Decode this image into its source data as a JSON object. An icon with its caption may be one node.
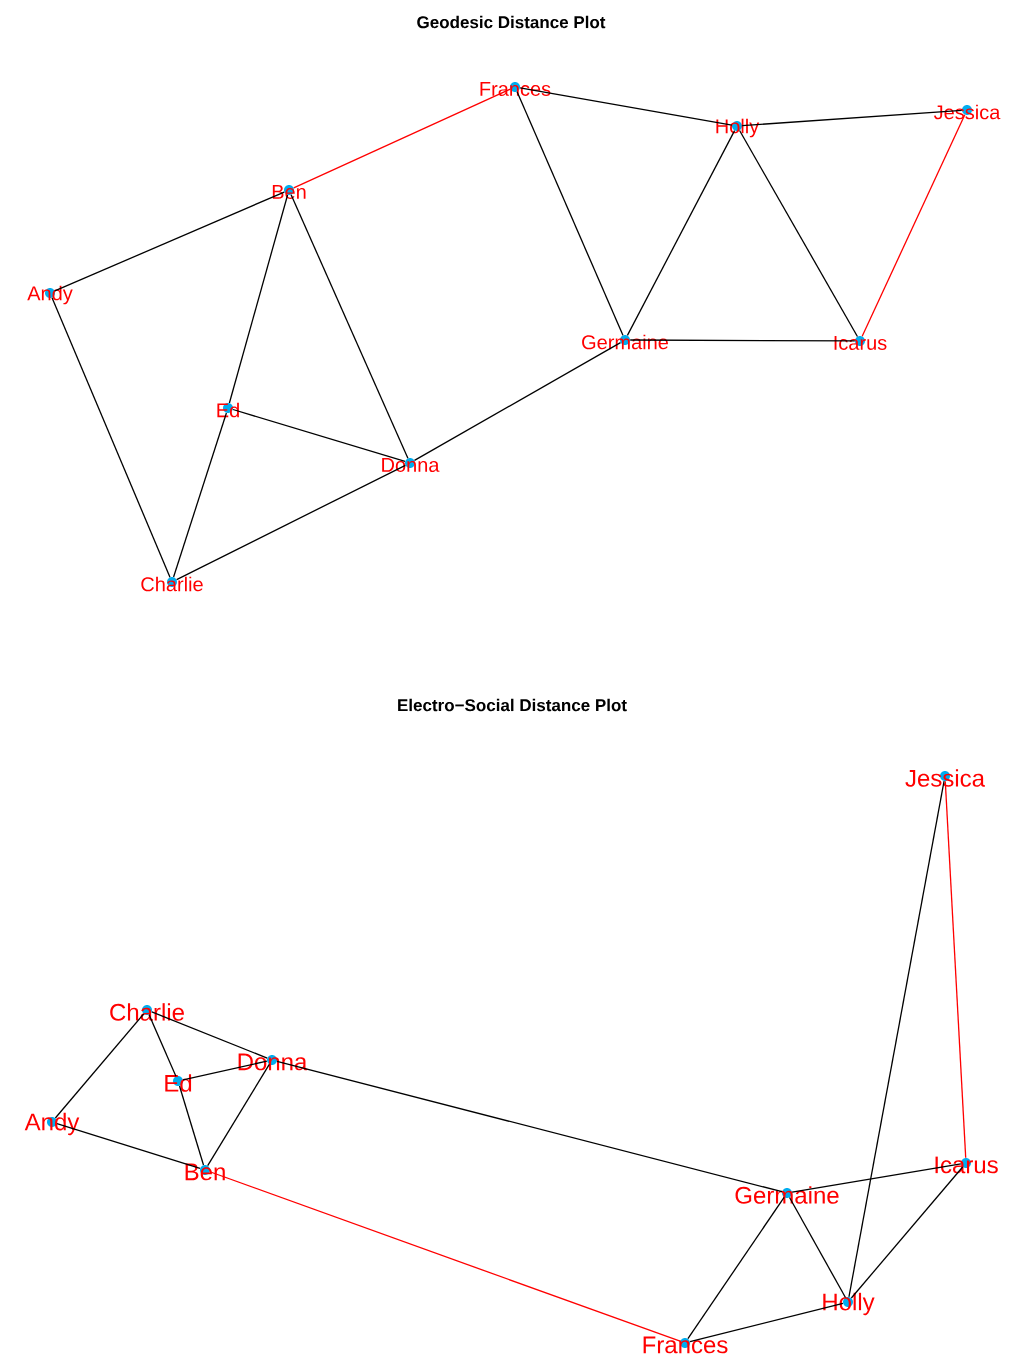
{
  "diagram": {
    "title": "Geodesic Distance Plot",
    "nodes": [
      {
        "text": [
          "Frances"
        ]
      },
      {
        "text": [
          "Jessica"
        ]
      },
      {
        "text": [
          "Holly"
        ]
      },
      {
        "text": [
          "Ben"
        ]
      },
      {
        "text": [
          "Andy"
        ]
      },
      {
        "text": [
          "Germaine"
        ]
      },
      {
        "text": [
          "Icarus"
        ]
      },
      {
        "text": [
          "Ed"
        ]
      },
      {
        "text": [
          "Donna"
        ]
      },
      {
        "text": [
          "Charlie"
        ]
      },
      {
        "text": [
          "Jessica"
        ]
      },
      {
        "text": [
          "Charlie"
        ]
      },
      {
        "text": [
          "Donna"
        ]
      },
      {
        "text": [
          "Ed"
        ]
      },
      {
        "text": [
          "Andy"
        ]
      },
      {
        "text": [
          "Ben"
        ]
      },
      {
        "text": [
          "Icarus"
        ]
      },
      {
        "text": [
          "Germaine"
        ]
      },
      {
        "text": [
          "Holly"
        ]
      },
      {
        "text": [
          "Frances"
        ]
      }
    ],
    "edges": [
      {
        "from": 3,
        "to": 0,
        "arrow": "none",
        "color": "#ff0000"
      },
      {
        "from": 0,
        "to": 2,
        "arrow": "none"
      },
      {
        "from": 2,
        "to": 1,
        "arrow": "none"
      },
      {
        "from": 1,
        "to": 6,
        "arrow": "none",
        "color": "#ff0000"
      },
      {
        "from": 0,
        "to": 5,
        "arrow": "none"
      },
      {
        "from": 2,
        "to": 5,
        "arrow": "none"
      },
      {
        "from": 2,
        "to": 6,
        "arrow": "none"
      },
      {
        "from": 5,
        "to": 6,
        "arrow": "none"
      },
      {
        "from": 5,
        "to": 8,
        "arrow": "none"
      },
      {
        "from": 3,
        "to": 4,
        "arrow": "none"
      },
      {
        "from": 3,
        "to": 7,
        "arrow": "none"
      },
      {
        "from": 3,
        "to": 8,
        "arrow": "none"
      },
      {
        "from": 4,
        "to": 9,
        "arrow": "none"
      },
      {
        "from": 7,
        "to": 8,
        "arrow": "none"
      },
      {
        "from": 7,
        "to": 9,
        "arrow": "none"
      },
      {
        "from": 9,
        "to": 8,
        "arrow": "none"
      },
      {
        "from": 11,
        "to": 14,
        "arrow": "none"
      },
      {
        "from": 11,
        "to": 13,
        "arrow": "none"
      },
      {
        "from": 11,
        "to": 12,
        "arrow": "none"
      },
      {
        "from": 13,
        "to": 12,
        "arrow": "none"
      },
      {
        "from": 13,
        "to": 15,
        "arrow": "none"
      },
      {
        "from": 12,
        "to": 15,
        "arrow": "none"
      },
      {
        "from": 14,
        "to": 15,
        "arrow": "none"
      },
      {
        "from": 12,
        "to": 17,
        "arrow": "none"
      },
      {
        "from": 15,
        "to": 19,
        "arrow": "none",
        "color": "#ff0000"
      },
      {
        "from": 10,
        "to": 16,
        "arrow": "none",
        "color": "#ff0000"
      },
      {
        "from": 10,
        "to": 18,
        "arrow": "none"
      },
      {
        "from": 17,
        "to": 16,
        "arrow": "none"
      },
      {
        "from": 17,
        "to": 18,
        "arrow": "none"
      },
      {
        "from": 17,
        "to": 19,
        "arrow": "none"
      },
      {
        "from": 16,
        "to": 18,
        "arrow": "none"
      },
      {
        "from": 19,
        "to": 18,
        "arrow": "none"
      }
    ],
    "labels": [
      "Electro−Social Distance Plot"
    ]
  }
}
